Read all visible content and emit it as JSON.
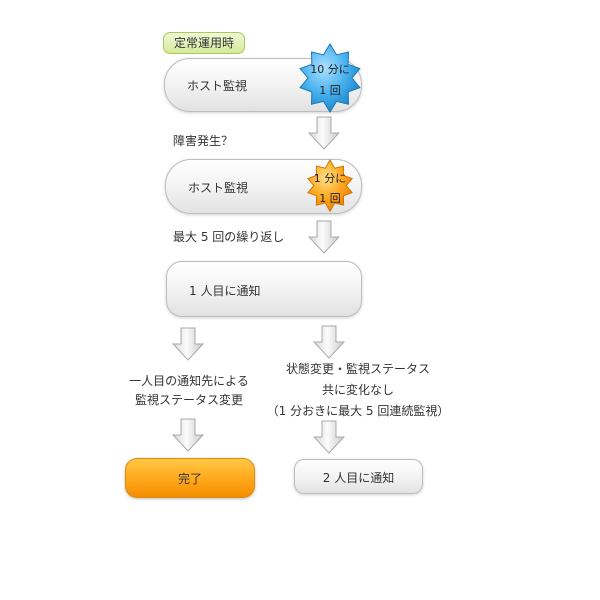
{
  "tag": "定常運用時",
  "boxes": {
    "host_monitor_1": "ホスト監視",
    "host_monitor_2": "ホスト監視",
    "notify_first": "1 人目に通知",
    "done": "完了",
    "notify_second": "2 人目に通知"
  },
  "bursts": {
    "blue": {
      "line1": "10 分に",
      "line2": "1 回",
      "color": "#3aa8e8"
    },
    "orange": {
      "line1": "1 分に",
      "line2": "1 回",
      "color": "#ff9d12"
    }
  },
  "labels": {
    "fault": "障害発生？",
    "repeat": "最大 5 回の繰り返し",
    "left_line1": "一人目の通知先による",
    "left_line2": "監視ステータス変更",
    "right_line1": "状態変更・監視ステータス",
    "right_line2": "共に変化なし",
    "right_line3": "（1 分おきに最大 5 回連続監視）"
  },
  "colors": {
    "tag_green": "#d5ea9a",
    "done_orange": "#ffa61a",
    "box_gray": "#e2e2e2"
  }
}
